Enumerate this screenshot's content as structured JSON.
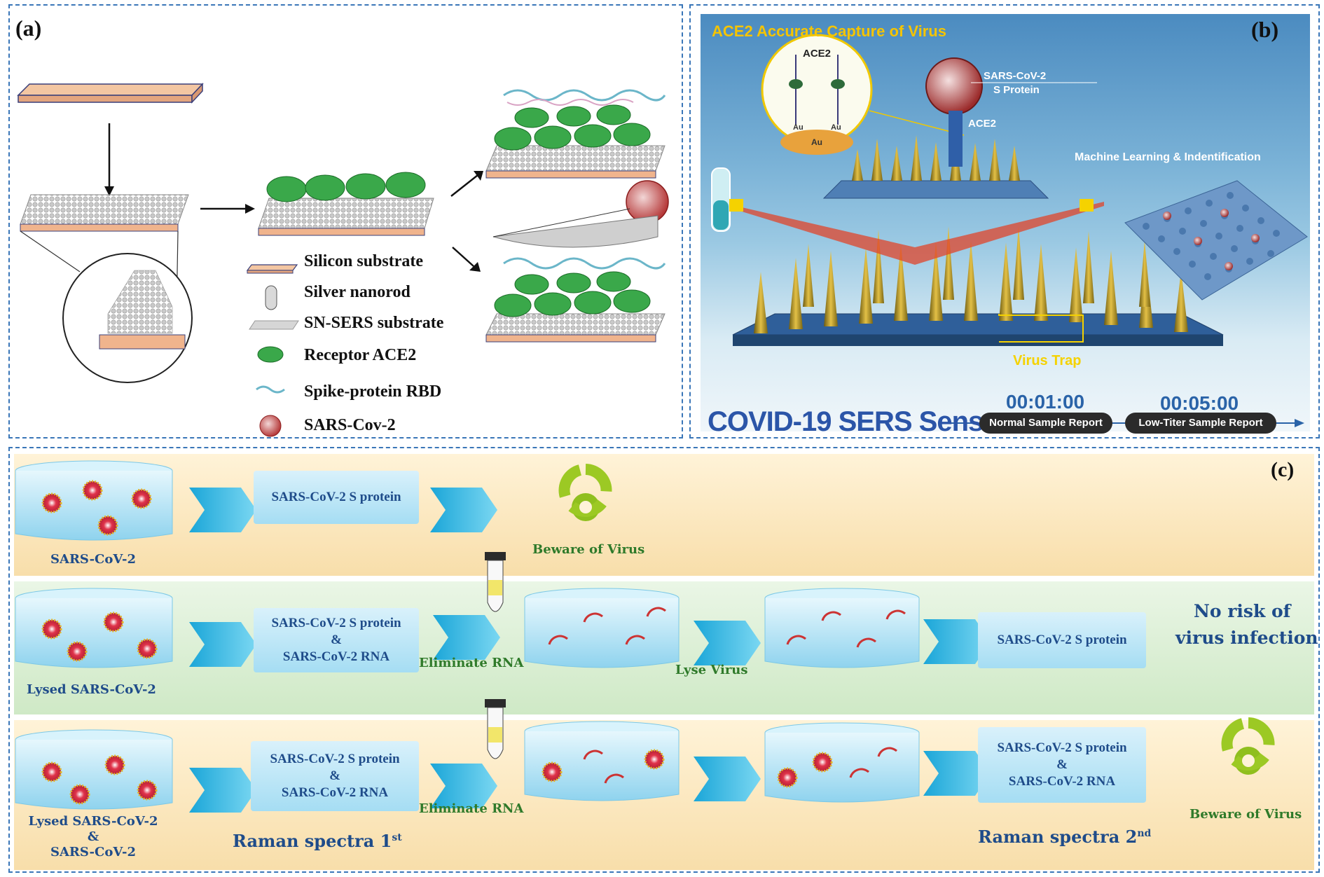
{
  "panel_a": {
    "label": "(a)",
    "legend": [
      {
        "label": "Silicon substrate"
      },
      {
        "label": "Silver nanorod"
      },
      {
        "label": "SN-SERS substrate"
      },
      {
        "label": "Receptor ACE2"
      },
      {
        "label": "Spike-protein RBD"
      },
      {
        "label": "SARS-Cov-2"
      }
    ]
  },
  "panel_b": {
    "label": "(b)",
    "title": "ACE2 Accurate Capture of Virus",
    "ace2_top": "ACE2",
    "virus_label_1": "SARS-CoV-2",
    "virus_label_2": "S Protein",
    "ace2_arm": "ACE2",
    "ml_label": "Machine Learning & Indentification",
    "trap_label": "Virus Trap",
    "sensor_title": "COVID-19 SERS Sensor",
    "time_1": "00:01:00",
    "time_2": "00:05:00",
    "report_1": "Normal Sample Report",
    "report_2": "Low-Titer Sample Report",
    "au_1": "Au",
    "au_2": "Au",
    "au_3": "Au"
  },
  "panel_c": {
    "label": "(c)",
    "row1": {
      "beaker_label": "SARS-CoV-2",
      "box_text": "SARS-CoV-2 S protein",
      "hazard_label": "Beware of Virus"
    },
    "row2": {
      "beaker_label": "Lysed SARS-CoV-2",
      "box_line1": "SARS-CoV-2 S protein",
      "box_amp": "&",
      "box_line2": "SARS-CoV-2 RNA",
      "step1": "Eliminate RNA",
      "step2": "Lyse Virus",
      "result_box": "SARS-CoV-2 S protein",
      "conclusion_1": "No risk of",
      "conclusion_2": "virus infection"
    },
    "row3": {
      "beaker_label_1": "Lysed SARS-CoV-2",
      "beaker_label_amp": "&",
      "beaker_label_2": "SARS-CoV-2",
      "box_line1": "SARS-CoV-2 S protein",
      "box_amp": "&",
      "box_line2": "SARS-CoV-2 RNA",
      "step1": "Eliminate RNA",
      "result_line1": "SARS-CoV-2 S protein",
      "result_amp": "&",
      "result_line2": "SARS-CoV-2 RNA",
      "hazard_label": "Beware of Virus",
      "raman_1": "Raman spectra 1",
      "raman_1_sup": "st",
      "raman_2": "Raman spectra 2",
      "raman_2_sup": "nd"
    }
  }
}
